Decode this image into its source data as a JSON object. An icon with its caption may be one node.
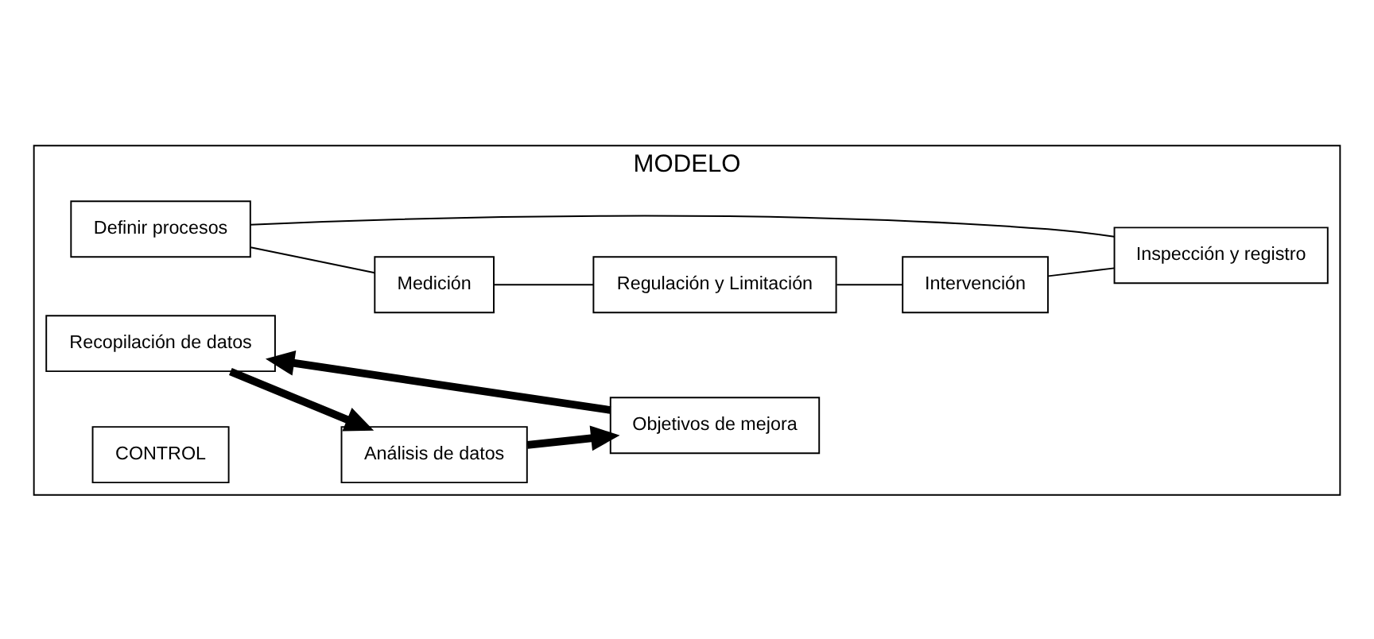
{
  "diagram": {
    "nodes": [
      {
        "text": [
          "MODELO"
        ]
      },
      {
        "text": [
          "Definir procesos"
        ],
        "in": 0
      },
      {
        "text": [
          "Recopilación de datos"
        ],
        "in": 0
      },
      {
        "text": [
          "CONTROL"
        ],
        "in": 0
      },
      {
        "text": [
          "Análisis de datos"
        ],
        "in": 0
      },
      {
        "text": [
          "Medición"
        ],
        "in": 0
      },
      {
        "text": [
          "Inspección y registro"
        ],
        "in": 0
      },
      {
        "text": [
          "Objetivos de mejora"
        ],
        "in": 0
      },
      {
        "text": [
          "Intervención"
        ],
        "in": 0
      },
      {
        "text": [
          "Regulación y Limitación"
        ],
        "in": 0
      }
    ],
    "edges": [
      {
        "from": 1,
        "to": 5,
        "arrow": "none"
      },
      {
        "from": 5,
        "to": 9,
        "arrow": "none"
      },
      {
        "from": 9,
        "to": 8,
        "arrow": "none"
      },
      {
        "from": 8,
        "to": 6,
        "arrow": "none"
      },
      {
        "from": 6,
        "to": 1,
        "arrow": "none"
      },
      {
        "from": 2,
        "to": 4,
        "arrow": "to",
        "style": "thick"
      },
      {
        "from": 4,
        "to": 7,
        "arrow": "to",
        "style": "thick"
      },
      {
        "from": 7,
        "to": 2,
        "arrow": "to",
        "style": "thick"
      }
    ]
  }
}
